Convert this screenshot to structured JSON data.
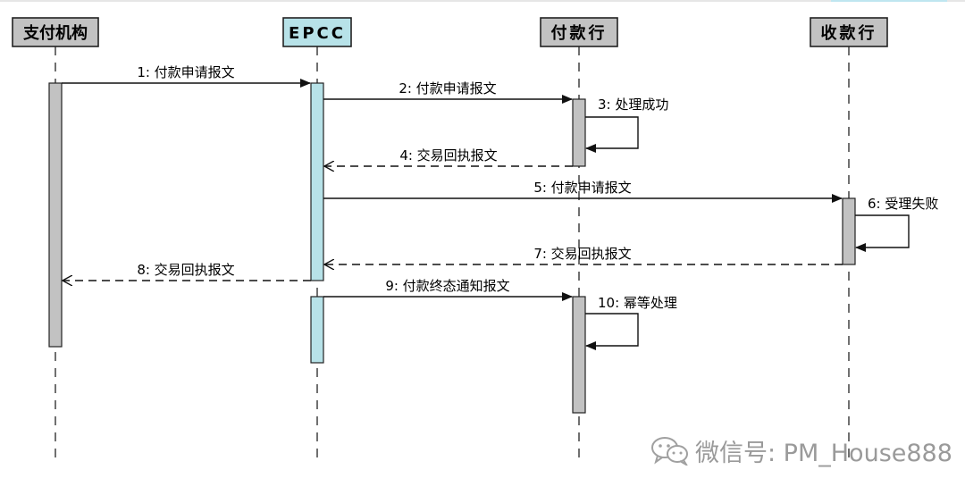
{
  "participants": [
    {
      "id": "payer_inst",
      "label": "支付机构",
      "fill": "#c2c2c2"
    },
    {
      "id": "epcc",
      "label": "EPCC",
      "fill": "#b7e2e8"
    },
    {
      "id": "payer_bank",
      "label": "付款行",
      "fill": "#c2c2c2"
    },
    {
      "id": "payee_bank",
      "label": "收款行",
      "fill": "#c2c2c2"
    }
  ],
  "messages": [
    {
      "label": "1: 付款申请报文",
      "from": "payer_inst",
      "to": "epcc",
      "style": "solid"
    },
    {
      "label": "2: 付款申请报文",
      "from": "epcc",
      "to": "payer_bank",
      "style": "solid"
    },
    {
      "label": "3: 处理成功",
      "from": "payer_bank",
      "to": "payer_bank",
      "style": "self"
    },
    {
      "label": "4: 交易回执报文",
      "from": "payer_bank",
      "to": "epcc",
      "style": "dashed"
    },
    {
      "label": "5: 付款申请报文",
      "from": "epcc",
      "to": "payee_bank",
      "style": "solid"
    },
    {
      "label": "6: 受理失败",
      "from": "payee_bank",
      "to": "payee_bank",
      "style": "self"
    },
    {
      "label": "7: 交易回执报文",
      "from": "payee_bank",
      "to": "epcc",
      "style": "dashed"
    },
    {
      "label": "8: 交易回执报文",
      "from": "epcc",
      "to": "payer_inst",
      "style": "dashed"
    },
    {
      "label": "9: 付款终态通知报文",
      "from": "epcc",
      "to": "payer_bank",
      "style": "solid"
    },
    {
      "label": "10: 幂等处理",
      "from": "payer_bank",
      "to": "payer_bank",
      "style": "self"
    }
  ],
  "watermark": {
    "text": "微信号: PM_House888",
    "icon": "wechat-icon"
  },
  "colors": {
    "gray_box": "#c2c2c2",
    "epcc_box": "#b7e2e8",
    "line": "#1a1a1a"
  }
}
